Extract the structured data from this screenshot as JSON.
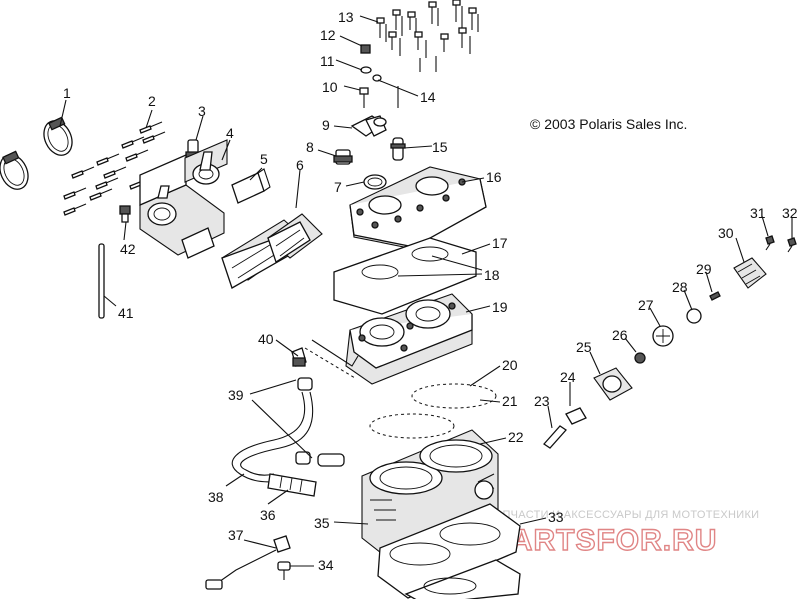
{
  "copyright": "© 2003 Polaris Sales Inc.",
  "watermark": {
    "caption": "ЗАПЧАСТИ И АКСЕССУАРЫ ДЛЯ МОТОТЕХНИКИ",
    "brand": "PARTSFOR.RU"
  },
  "part_labels": [
    "1",
    "2",
    "3",
    "4",
    "5",
    "6",
    "7",
    "8",
    "9",
    "10",
    "11",
    "12",
    "13",
    "14",
    "15",
    "16",
    "17",
    "18",
    "19",
    "20",
    "21",
    "22",
    "23",
    "24",
    "25",
    "26",
    "27",
    "28",
    "29",
    "30",
    "31",
    "32",
    "33",
    "34",
    "35",
    "36",
    "37",
    "38",
    "39",
    "40",
    "41",
    "42"
  ]
}
